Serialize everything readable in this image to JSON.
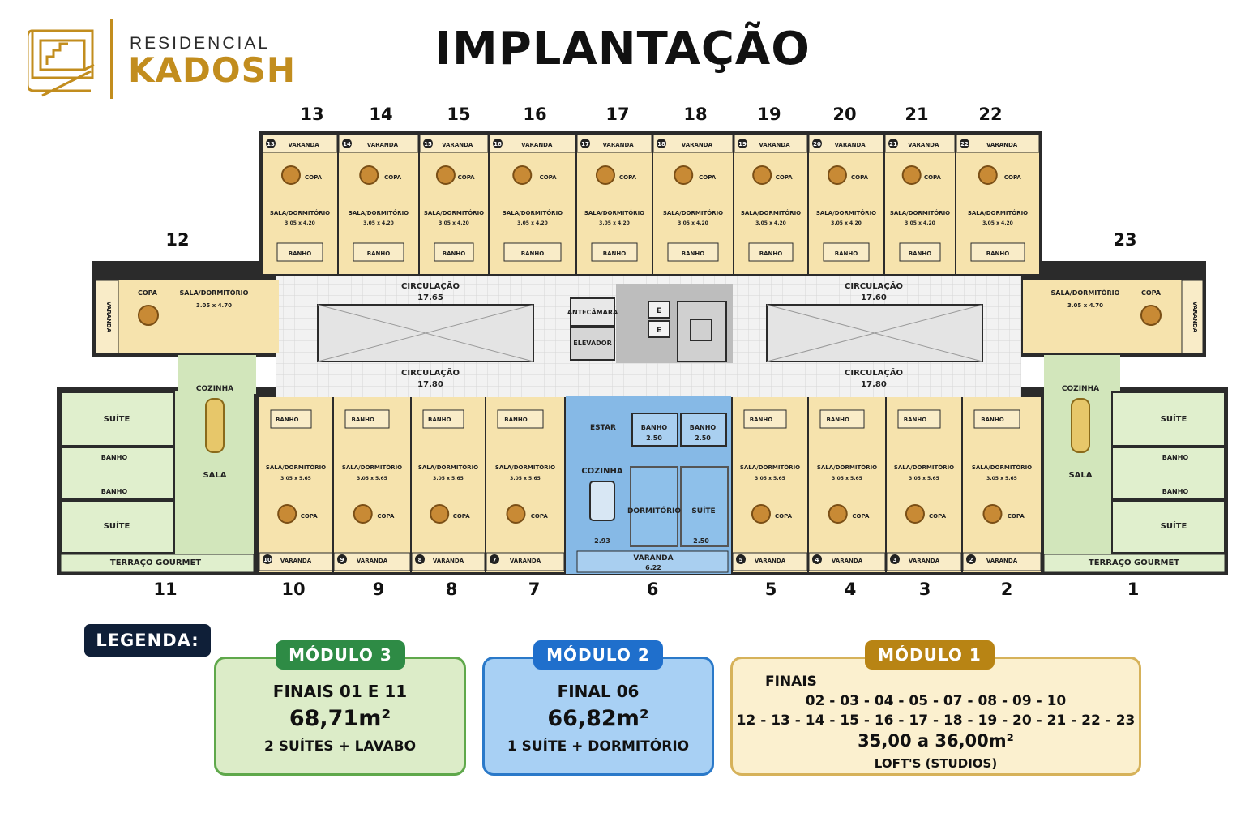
{
  "brand": {
    "line1": "RESIDENCIAL",
    "line2": "KADOSH",
    "gold": "#c28d1e"
  },
  "title": "IMPLANTAÇÃO",
  "units_top": [
    "13",
    "14",
    "15",
    "16",
    "17",
    "18",
    "19",
    "20",
    "21",
    "22"
  ],
  "units_bottom": [
    "11",
    "10",
    "9",
    "8",
    "7",
    "6",
    "5",
    "4",
    "3",
    "2",
    "1"
  ],
  "units_side": [
    "12",
    "23"
  ],
  "rooms": {
    "varanda": "VARANDA",
    "copa": "COPA",
    "sala_dormitorio": "SALA/DORMITÓRIO",
    "dim_top": "3.05 x 4.20",
    "dim_bottom": "3.05 x 5.65",
    "dim_side": "3.05 x 4.70",
    "banho": "BANHO",
    "circ_top_left": "CIRCULAÇÃO",
    "circ_top_left_len": "17.65",
    "circ_bot_left_len": "17.80",
    "circ_top_right_len": "17.60",
    "circ_bot_right_len": "17.80",
    "antecamara": "ANTECÂMARA",
    "elevador": "ELEVADOR",
    "e": "E",
    "cozinha": "COZINHA",
    "sala": "SALA",
    "suite": "SUÍTE",
    "suite2": "SUÍTE",
    "terraco": "TERRAÇO GOURMET",
    "estar": "ESTAR",
    "dormitorio": "DORMITÓRIO",
    "banho_dim": "2.50",
    "kitchen_dim": "2.93",
    "suite_dim": "2.50",
    "varanda_dim": "6.22",
    "badge_10": "10"
  },
  "legend": {
    "label": "LEGENDA:",
    "m3": {
      "tag": "MÓDULO 3",
      "line1": "FINAIS 01 E 11",
      "area": "68,71m²",
      "line3": "2 SUÍTES + LAVABO"
    },
    "m2": {
      "tag": "MÓDULO 2",
      "line1": "FINAL 06",
      "area": "66,82m²",
      "line3": "1 SUÍTE + DORMITÓRIO"
    },
    "m1": {
      "tag": "MÓDULO 1",
      "line0": "FINAIS",
      "line1": "02 - 03 - 04 - 05 - 07 - 08 - 09 - 10",
      "line2": "12 - 13 - 14 - 15 - 16 - 17 - 18 - 19 - 20 - 21 - 22 - 23",
      "area": "35,00 a 36,00m²",
      "line4": "LOFT'S (STUDIOS)"
    }
  },
  "colors": {
    "loft": "#f6e3ad",
    "green": "#d2e6bb",
    "blue": "#86b9e6",
    "corridor": "#ececec",
    "wall": "#2b2b2b"
  }
}
